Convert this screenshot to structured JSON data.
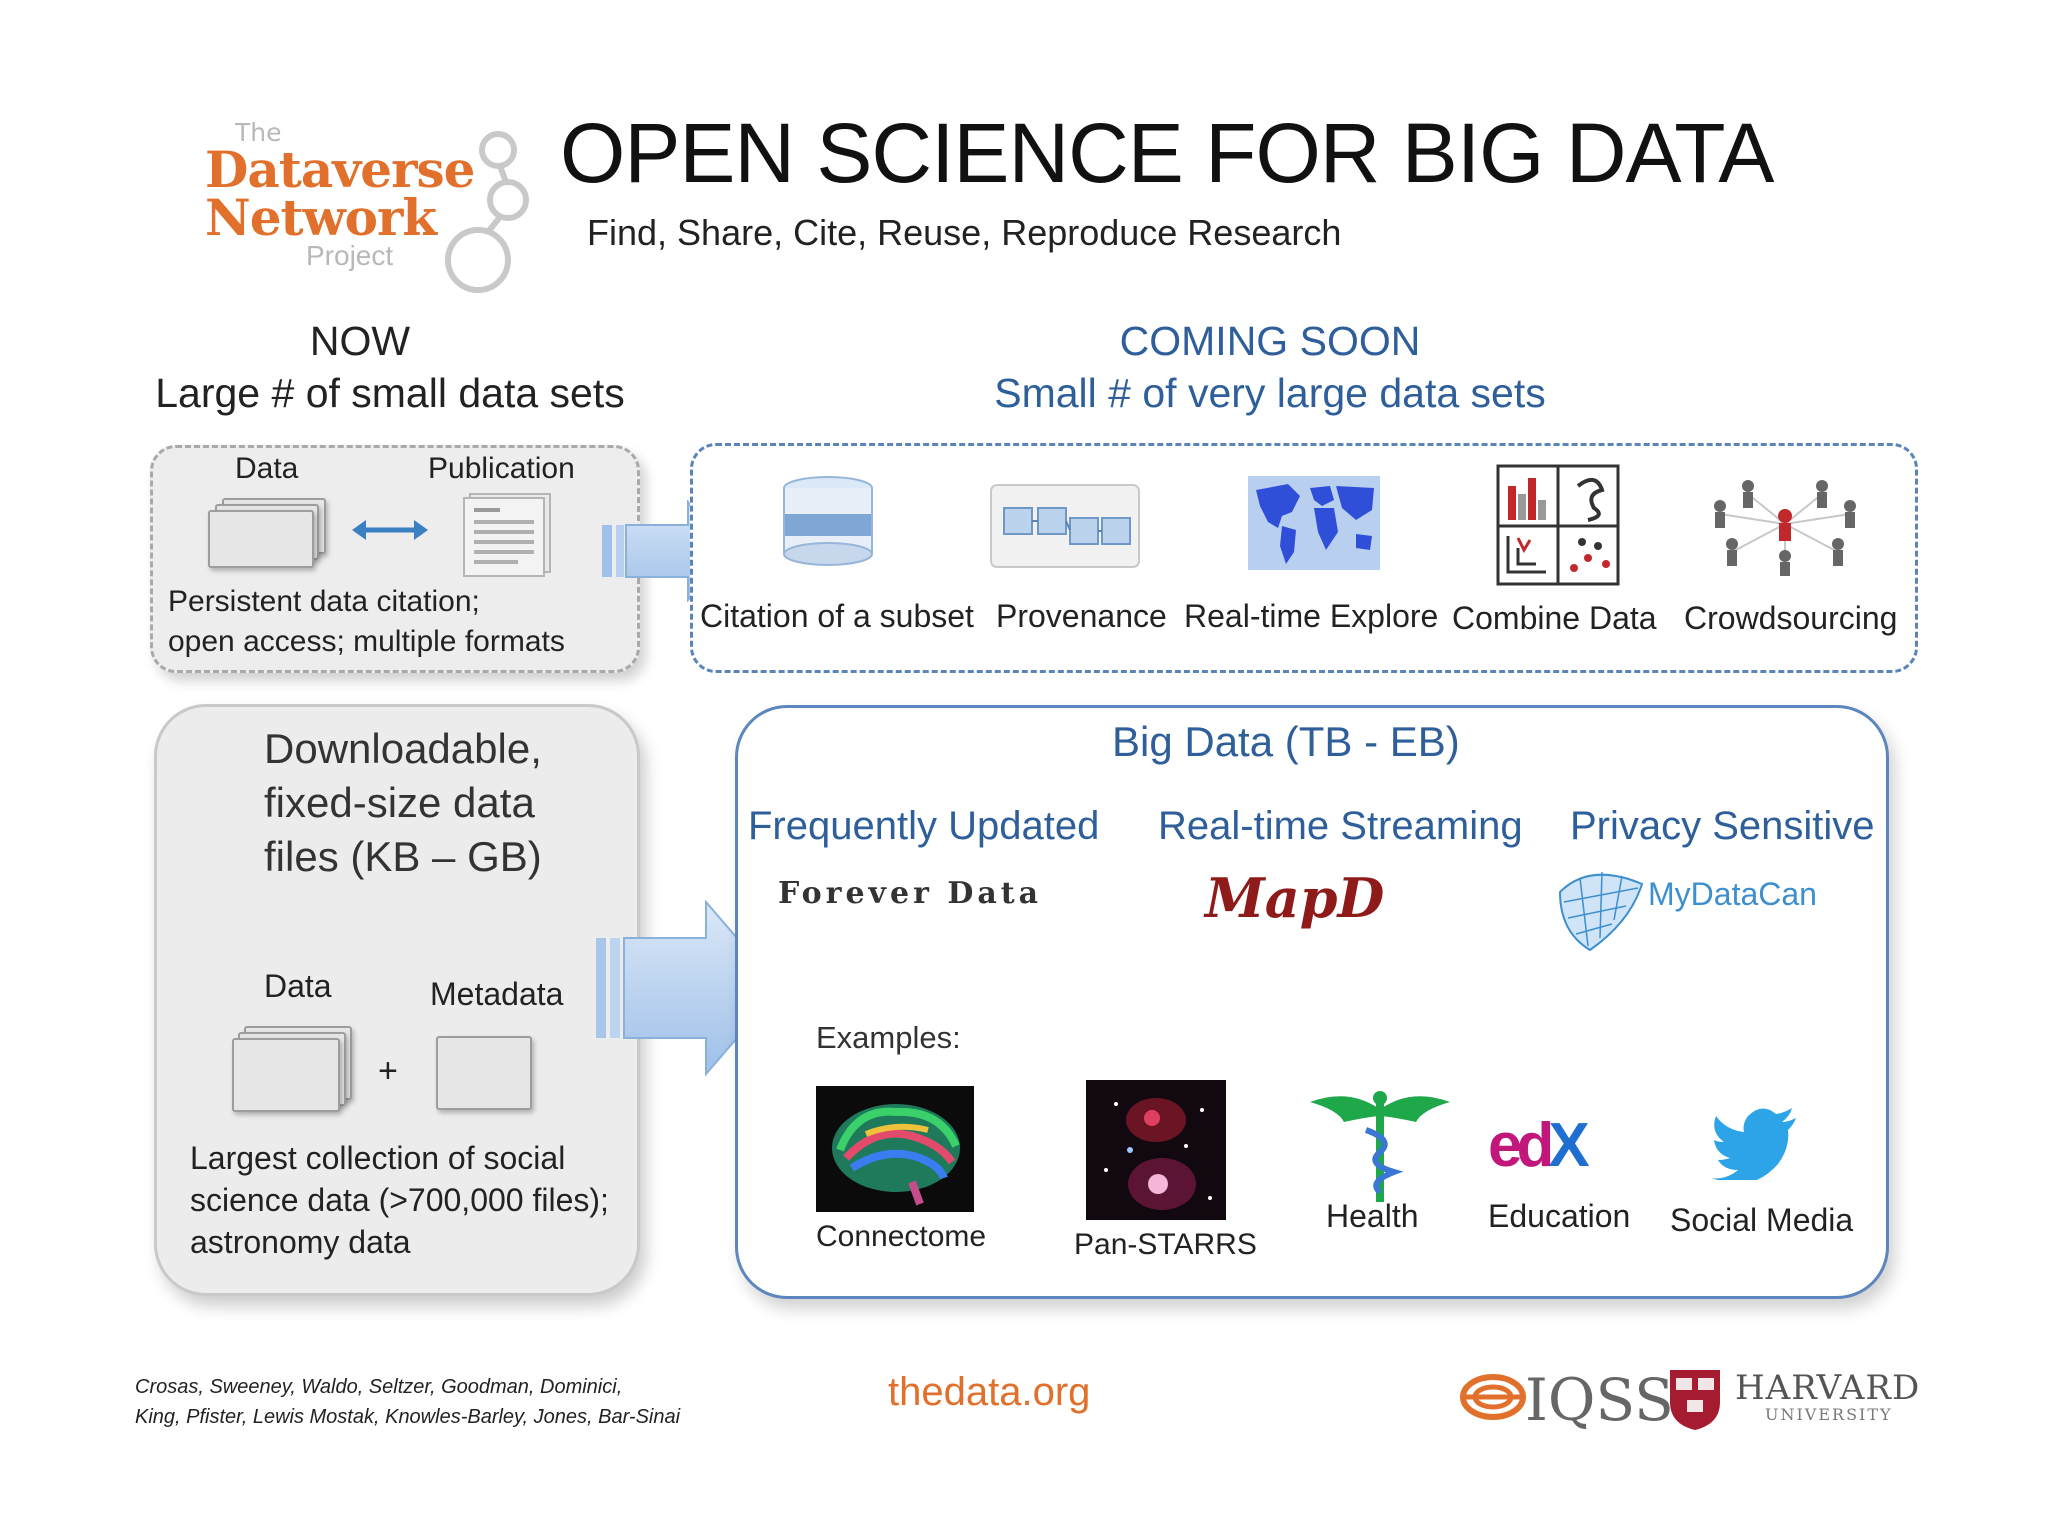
{
  "logo": {
    "the": "The",
    "dataverse": "Dataverse",
    "network": "Network",
    "project": "Project"
  },
  "title": "OPEN SCIENCE FOR BIG DATA",
  "subtitle": "Find, Share, Cite, Reuse, Reproduce Research",
  "now": {
    "heading": "NOW",
    "subheading": "Large # of small data sets",
    "data_label": "Data",
    "publication_label": "Publication",
    "caption_line1": "Persistent data citation;",
    "caption_line2": "open access; multiple formats"
  },
  "coming_soon": {
    "heading": "COMING SOON",
    "subheading": "Small # of very large data sets",
    "features": [
      {
        "label": "Citation of a subset",
        "icon": "database-icon"
      },
      {
        "label": "Provenance",
        "icon": "provenance-flow-icon"
      },
      {
        "label": "Real-time Explore",
        "icon": "world-map-icon"
      },
      {
        "label": "Combine Data",
        "icon": "combine-charts-icon"
      },
      {
        "label": "Crowdsourcing",
        "icon": "people-network-icon"
      }
    ]
  },
  "downloadable": {
    "line1": "Downloadable,",
    "line2": "fixed-size data",
    "line3": "files (KB – GB)",
    "data_label": "Data",
    "metadata_label": "Metadata",
    "plus": "+",
    "caption_line1": "Largest collection of social",
    "caption_line2": "science data (>700,000 files);",
    "caption_line3": "astronomy data"
  },
  "big_data": {
    "heading": "Big Data (TB - EB)",
    "categories": [
      {
        "label": "Frequently Updated",
        "brand": "Forever Data"
      },
      {
        "label": "Real-time Streaming",
        "brand": "MapD"
      },
      {
        "label": "Privacy Sensitive",
        "brand": "MyDataCan"
      }
    ],
    "examples_label": "Examples:",
    "examples": [
      {
        "label": "Connectome",
        "icon": "brain-scan-icon"
      },
      {
        "label": "Pan-STARRS",
        "icon": "nebula-image-icon"
      },
      {
        "label": "Health",
        "icon": "caduceus-icon"
      },
      {
        "label": "Education",
        "icon": "edx-logo-icon"
      },
      {
        "label": "Social Media",
        "icon": "twitter-bird-icon"
      }
    ]
  },
  "footer": {
    "credits_line1": "Crosas, Sweeney, Waldo,  Seltzer,  Goodman, Dominici,",
    "credits_line2": "King, Pfister, Lewis Mostak, Knowles-Barley, Jones, Bar-Sinai",
    "url": "thedata.org",
    "iqss": "IQSS",
    "harvard": "HARVARD",
    "harvard_sub": "UNIVERSITY"
  },
  "colors": {
    "orange": "#e0702b",
    "blue": "#2f5f9a",
    "box_blue": "#5c86be"
  }
}
